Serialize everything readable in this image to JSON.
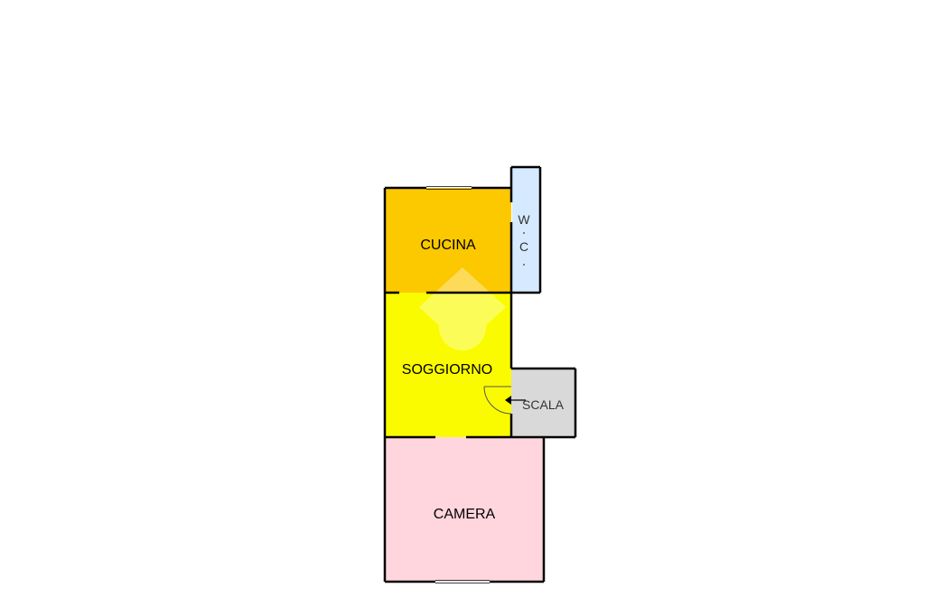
{
  "floorplan": {
    "rooms": {
      "cucina": {
        "label": "CUCINA",
        "color": "#fcc800"
      },
      "wc": {
        "label_line1": "W",
        "label_line2": "C",
        "color": "#d6eaff"
      },
      "soggiorno": {
        "label": "SOGGIORNO",
        "color": "#fbfb00"
      },
      "scala": {
        "label": "SCALA",
        "color": "#d9d9d9"
      },
      "camera": {
        "label": "CAMERA",
        "color": "#ffd6de"
      }
    },
    "wall_color": "#000000",
    "background": "#ffffff"
  }
}
